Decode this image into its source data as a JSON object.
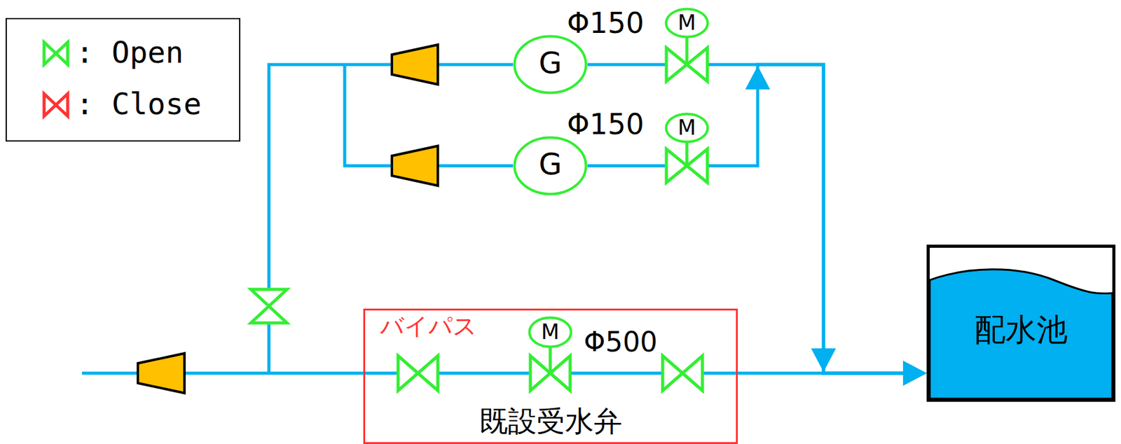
{
  "diagram": {
    "nodes": [
      {
        "text": [
          "G"
        ]
      },
      {
        "text": [
          "M"
        ]
      },
      {
        "text": [
          "G"
        ]
      },
      {
        "text": [
          "M"
        ]
      },
      {
        "text": [
          "バイパス",
          "既設受水弁"
        ]
      },
      {
        "text": [
          "M"
        ],
        "in": 4
      },
      {
        "text": [
          "配水池"
        ]
      }
    ],
    "edges": [
      {
        "from": 0,
        "to": 6,
        "arrow": "to"
      },
      {
        "from": 2,
        "to": 6,
        "arrow": "to"
      },
      {
        "from": 4,
        "to": 6,
        "arrow": "to"
      }
    ],
    "labels": [
      "Φ150",
      "Φ150",
      "Φ500"
    ],
    "legend": [
      {
        "text": ": Open",
        "color": "#33ee33"
      },
      {
        "text": ": Close",
        "color": "#ff3333"
      }
    ]
  }
}
